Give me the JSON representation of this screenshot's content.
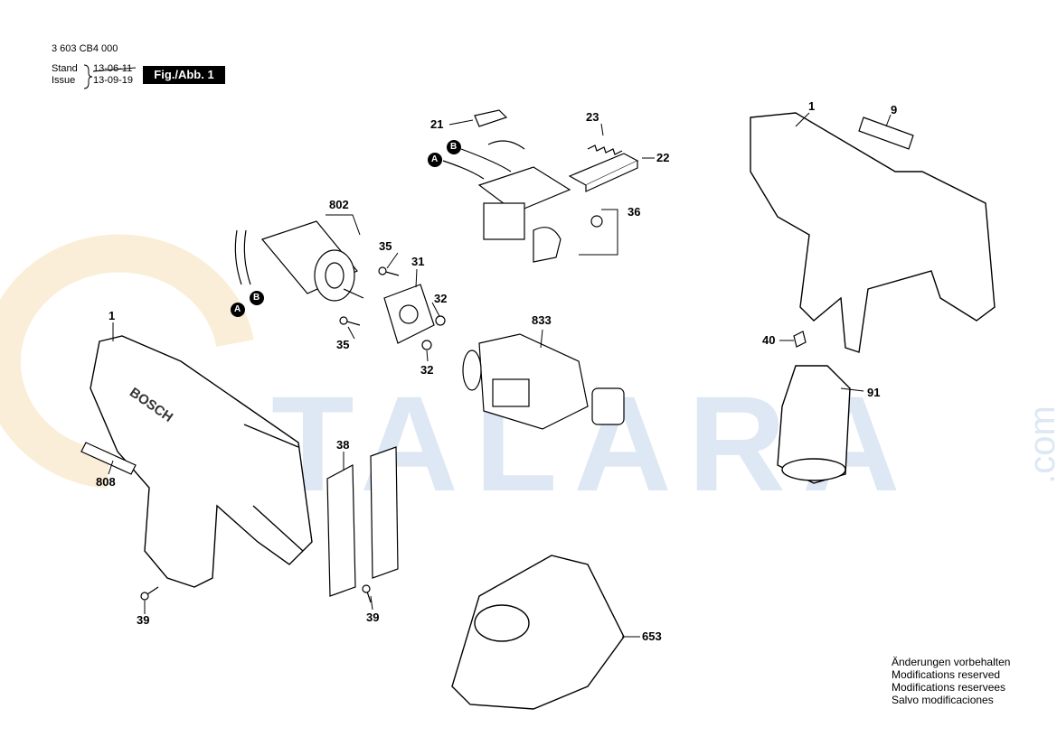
{
  "header": {
    "doc_number": "3 603 CB4 000",
    "stand_label": "Stand",
    "issue_label": "Issue",
    "stand_date": "13-06-11",
    "issue_date": "13-09-19",
    "figure_label": "Fig./Abb. 1"
  },
  "watermark": {
    "main": "TALARA",
    "side": ".com",
    "color": "#dde8f4",
    "ring_color": "#fbeed8"
  },
  "parts": {
    "p1_left": "1",
    "p1_right": "1",
    "p9": "9",
    "p21": "21",
    "p22": "22",
    "p23": "23",
    "p31": "31",
    "p32_top": "32",
    "p32_bottom": "32",
    "p35_top": "35",
    "p35_bottom": "35",
    "p36": "36",
    "p38": "38",
    "p39_left": "39",
    "p39_right": "39",
    "p40": "40",
    "p91": "91",
    "p653": "653",
    "p802": "802",
    "p808": "808",
    "p833": "833"
  },
  "callouts": {
    "a": "A",
    "b": "B"
  },
  "brand_on_housing": "BOSCH",
  "notice": [
    "Änderungen vorbehalten",
    "Modifications reserved",
    "Modifications reservees",
    "Salvo modificaciones"
  ]
}
